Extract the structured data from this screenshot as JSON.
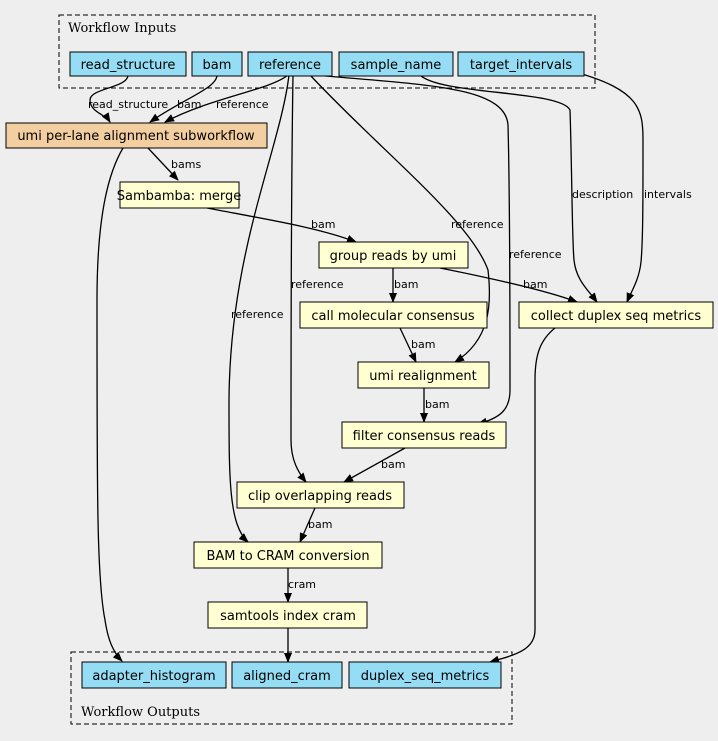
{
  "colors": {
    "background": "#eeeeee",
    "input_fill": "#94ddf4",
    "output_fill": "#94ddf4",
    "subworkflow_fill": "#f3cea1",
    "step_fill": "#ffffd1"
  },
  "clusters": {
    "inputs_label": "Workflow Inputs",
    "outputs_label": "Workflow Outputs"
  },
  "nodes": {
    "read_structure": "read_structure",
    "bam": "bam",
    "reference": "reference",
    "sample_name": "sample_name",
    "target_intervals": "target_intervals",
    "umi_alignment": "umi per-lane alignment subworkflow",
    "sambamba_merge": "Sambamba: merge",
    "group_reads": "group reads by umi",
    "call_consensus": "call molecular consensus",
    "umi_realignment": "umi realignment",
    "filter_consensus": "filter consensus reads",
    "clip_overlapping": "clip overlapping reads",
    "bam_to_cram": "BAM to CRAM conversion",
    "index_cram": "samtools index cram",
    "collect_duplex": "collect duplex seq metrics",
    "adapter_histogram": "adapter_histogram",
    "aligned_cram": "aligned_cram",
    "duplex_seq_metrics": "duplex_seq_metrics"
  },
  "edge_labels": {
    "read_structure": "read_structure",
    "bam": "bam",
    "reference": "reference",
    "bams": "bams",
    "merge_bam": "bam",
    "ref_clip": "reference",
    "ref_cram": "reference",
    "ref_realign": "reference",
    "ref_filter": "reference",
    "group_consensus_bam": "bam",
    "group_duplex_bam": "bam",
    "consensus_realign_bam": "bam",
    "realign_filter_bam": "bam",
    "filter_clip_bam": "bam",
    "clip_cram_bam": "bam",
    "cram": "cram",
    "description": "description",
    "intervals": "intervals"
  }
}
